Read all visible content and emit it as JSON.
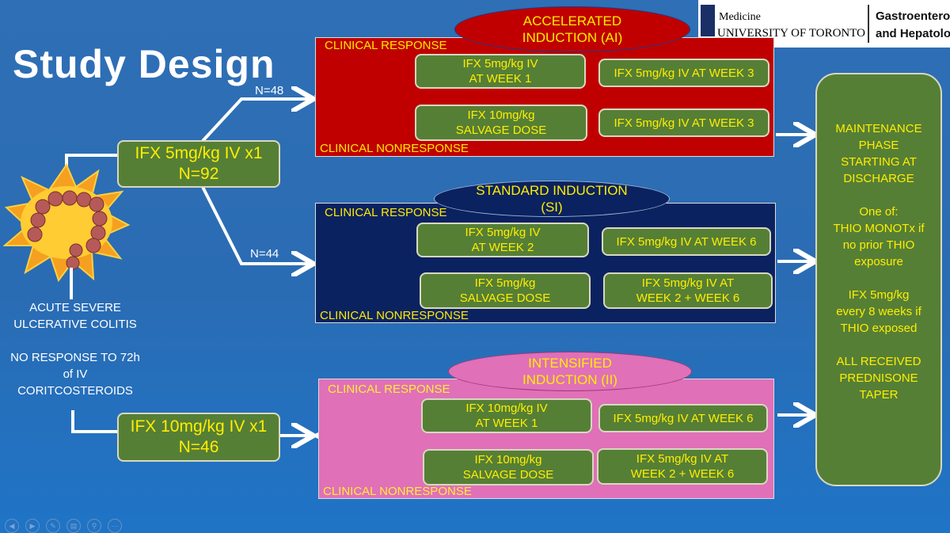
{
  "slide": {
    "title": "Study Design",
    "logo": {
      "line1": "Medicine",
      "line2": "UNIVERSITY OF TORONTO",
      "dept_line1": "Gastroenterology",
      "dept_line2": "and Hepatology"
    },
    "patient": {
      "line1": "ACUTE SEVERE",
      "line2": "ULCERATIVE COLITIS",
      "line3": "NO RESPONSE TO 72h",
      "line4": "of IV",
      "line5": "CORITCOSTEROIDS"
    },
    "arm_5mg": {
      "line1": "IFX 5mg/kg IV x1",
      "line2": "N=92"
    },
    "arm_10mg": {
      "line1": "IFX 10mg/kg IV x1",
      "line2": "N=46"
    },
    "n_ai": "N=48",
    "n_si": "N=44",
    "ai": {
      "oval_line1": "ACCELERATED",
      "oval_line2": "INDUCTION (AI)",
      "response_label": "CLINICAL RESPONSE",
      "nonresponse_label": "CLINICAL NONRESPONSE",
      "box1_line1": "IFX 5mg/kg IV",
      "box1_line2": "AT WEEK 1",
      "box2_line1": "IFX 10mg/kg",
      "box2_line2": "SALVAGE DOSE",
      "box3": "IFX 5mg/kg IV AT WEEK 3",
      "box4": "IFX 5mg/kg IV AT WEEK 3"
    },
    "si": {
      "oval_line1": "STANDARD INDUCTION",
      "oval_line2": "(SI)",
      "response_label": "CLINICAL RESPONSE",
      "nonresponse_label": "CLINICAL NONRESPONSE",
      "box1_line1": "IFX 5mg/kg IV",
      "box1_line2": "AT WEEK 2",
      "box2_line1": "IFX 5mg/kg",
      "box2_line2": "SALVAGE DOSE",
      "box3": "IFX 5mg/kg IV AT WEEK 6",
      "box4_line1": "IFX 5mg/kg IV AT",
      "box4_line2": "WEEK  2 + WEEK 6"
    },
    "ii": {
      "oval_line1": "INTENSIFIED",
      "oval_line2": "INDUCTION  (II)",
      "response_label": "CLINICAL RESPONSE",
      "nonresponse_label": "CLINICAL NONRESPONSE",
      "box1_line1": "IFX 10mg/kg IV",
      "box1_line2": "AT WEEK 1",
      "box2_line1": "IFX 10mg/kg",
      "box2_line2": "SALVAGE DOSE",
      "box3": "IFX 5mg/kg IV AT WEEK 6",
      "box4_line1": "IFX 5mg/kg IV AT",
      "box4_line2": "WEEK  2 + WEEK 6"
    },
    "maintenance": {
      "l1": "MAINTENANCE",
      "l2": "PHASE",
      "l3": "STARTING AT",
      "l4": "DISCHARGE",
      "l5": "One of:",
      "l6": "THIO MONOTx if",
      "l7": "no prior THIO",
      "l8": "exposure",
      "l9": "IFX 5mg/kg",
      "l10": "every 8 weeks if",
      "l11": "THIO exposed",
      "l12": "ALL RECEIVED",
      "l13": "PREDNISONE",
      "l14": "TAPER"
    }
  },
  "colors": {
    "background": "#2a6cb4",
    "ai_panel": "#c00000",
    "si_panel": "#0b2260",
    "ii_panel": "#e070b8",
    "green_box": "#567f36",
    "yellow_text": "#ffee00"
  },
  "toolbar_icons": [
    "prev-icon",
    "next-icon",
    "pen-icon",
    "slides-icon",
    "zoom-icon",
    "more-icon"
  ]
}
